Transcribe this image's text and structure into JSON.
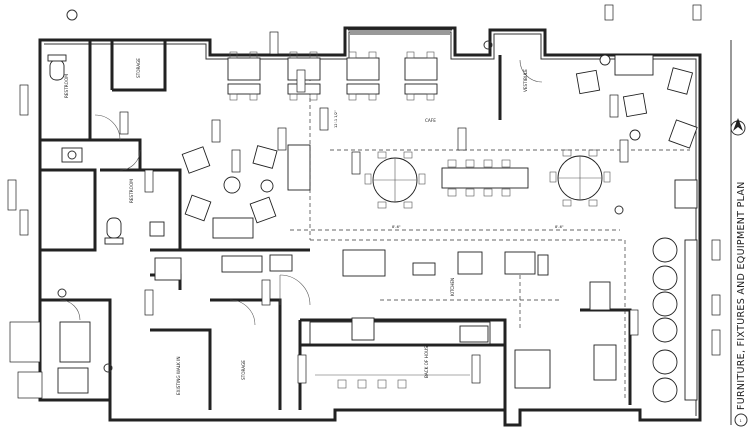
{
  "drawing": {
    "title": "FURNITURE, FIXTURES AND EQUIPMENT PLAN",
    "number": "1",
    "north_label": "N"
  },
  "rooms": {
    "restroom_1": "RESTROOM",
    "restroom_2": "RESTROOM",
    "storage": "STORAGE",
    "vestibule": "VESTIBULE",
    "cafe": "CAFE",
    "kitchen": "KITCHEN",
    "back_of_house": "BACK OF HOUSE",
    "existing_walk_in": "EXISTING WALK IN",
    "storage_2": "STORAGE"
  },
  "dims": {
    "d1": "12'-1 1/2\"",
    "d2": "8'-6\"",
    "d3": "8'-6\""
  }
}
